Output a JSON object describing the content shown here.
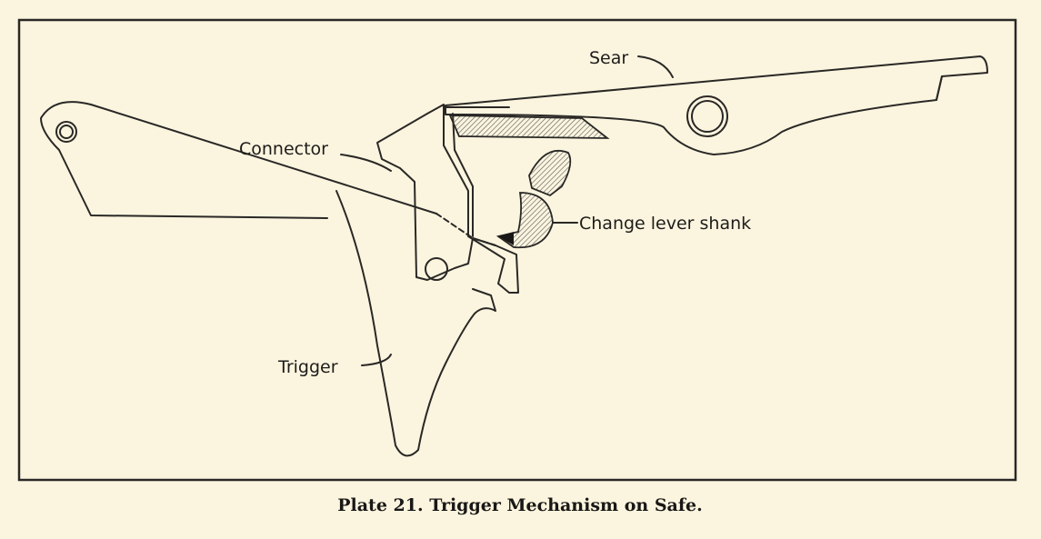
{
  "labels": {
    "sear": "Sear",
    "connector": "Connector",
    "change_lever_shank": "Change lever shank",
    "trigger": "Trigger"
  },
  "caption": "Plate 21.  Trigger Mechanism on Safe.",
  "colors": {
    "paper": "#fbf5df",
    "ink": "#2a2826"
  }
}
